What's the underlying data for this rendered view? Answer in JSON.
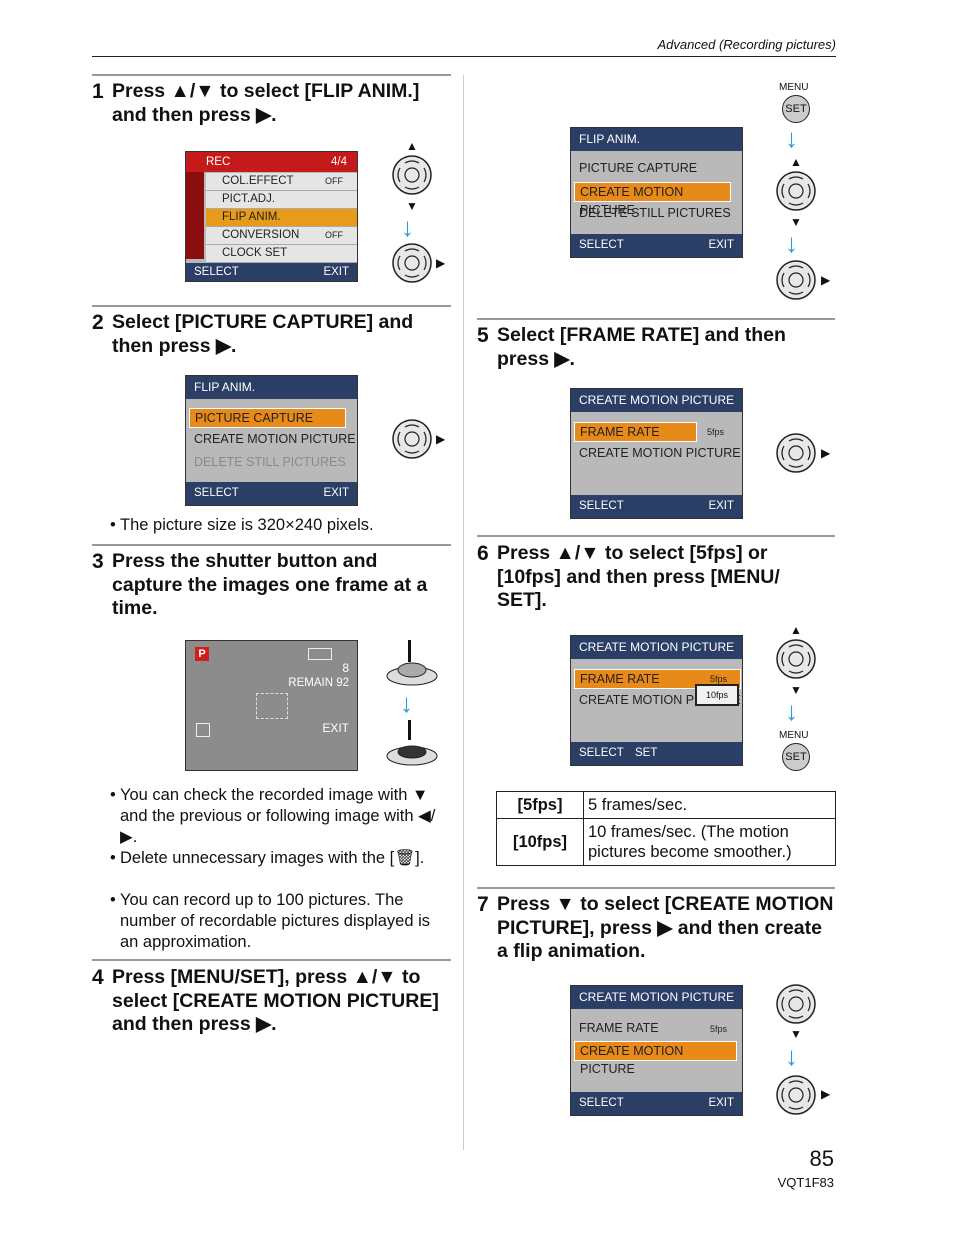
{
  "header": {
    "title": "Advanced (Recording pictures)"
  },
  "steps": [
    {
      "num": "1",
      "text": "Press ▲/▼ to select [FLIP ANIM.] and then press ▶."
    },
    {
      "num": "2",
      "text": "Select [PICTURE CAPTURE] and then press ▶."
    },
    {
      "num": "3",
      "text": "Press the shutter button and capture the images one frame at a time."
    },
    {
      "num": "4",
      "text": "Press [MENU/SET], press ▲/▼ to select [CREATE MOTION PICTURE] and then press ▶."
    },
    {
      "num": "5",
      "text": "Select [FRAME RATE] and then press ▶."
    },
    {
      "num": "6",
      "text": "Press ▲/▼ to select [5fps] or [10fps] and then press [MENU/ SET]."
    },
    {
      "num": "7",
      "text": "Press ▼ to select [CREATE MOTION PICTURE], press ▶ and then create a flip animation."
    }
  ],
  "notes": {
    "step2": "The picture size is 320×240 pixels.",
    "step3": [
      "You can check the recorded image with ▼ and the previous or following image with ◀/▶.",
      "Delete unnecessary images with the [🗑].",
      "You can record up to 100 pictures. The number of recordable pictures displayed is an approximation."
    ]
  },
  "screens": {
    "rec_menu": {
      "title": "REC",
      "page": "4/4",
      "rows": [
        {
          "label": "COL.EFFECT",
          "value": "OFF"
        },
        {
          "label": "PICT.ADJ.",
          "value": ""
        },
        {
          "label": "FLIP ANIM.",
          "value": ""
        },
        {
          "label": "CONVERSION",
          "value": "OFF"
        },
        {
          "label": "CLOCK SET",
          "value": ""
        }
      ],
      "select": "SELECT",
      "exit": "EXIT"
    },
    "flip_menu": {
      "title": "FLIP ANIM.",
      "items": [
        "PICTURE CAPTURE",
        "CREATE MOTION PICTURE",
        "DELETE STILL PICTURES"
      ],
      "select": "SELECT",
      "exit": "EXIT"
    },
    "live": {
      "count": "8",
      "remain": "REMAIN 92",
      "exit": "EXIT"
    },
    "create": {
      "title": "CREATE MOTION PICTURE",
      "items": [
        "FRAME RATE",
        "CREATE MOTION PICTURE"
      ],
      "fps5": "5fps",
      "fps10": "10fps",
      "select": "SELECT",
      "set": "SET",
      "exit": "EXIT"
    }
  },
  "labels": {
    "menu": "MENU",
    "set": "SET"
  },
  "fps_table": [
    {
      "key": "[5fps]",
      "desc": "5 frames/sec."
    },
    {
      "key": "[10fps]",
      "desc": "10 frames/sec. (The motion pictures become smoother.)"
    }
  ],
  "footer": {
    "page": "85",
    "code": "VQT1F83"
  }
}
